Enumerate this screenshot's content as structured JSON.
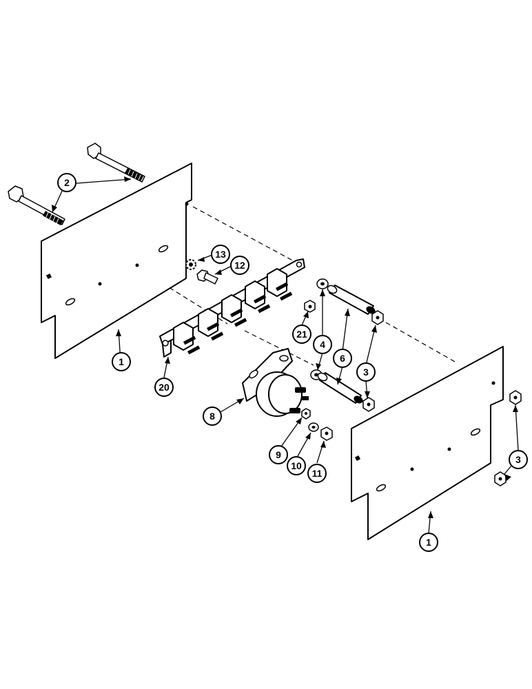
{
  "diagram": {
    "type": "exploded-parts-view",
    "callouts": [
      {
        "id": "c-2",
        "label": "2"
      },
      {
        "id": "c-13",
        "label": "13"
      },
      {
        "id": "c-12",
        "label": "12"
      },
      {
        "id": "c-1a",
        "label": "1"
      },
      {
        "id": "c-20",
        "label": "20"
      },
      {
        "id": "c-21",
        "label": "21"
      },
      {
        "id": "c-4",
        "label": "4"
      },
      {
        "id": "c-6",
        "label": "6"
      },
      {
        "id": "c-3a",
        "label": "3"
      },
      {
        "id": "c-8",
        "label": "8"
      },
      {
        "id": "c-9",
        "label": "9"
      },
      {
        "id": "c-10",
        "label": "10"
      },
      {
        "id": "c-11",
        "label": "11"
      },
      {
        "id": "c-3b",
        "label": "3"
      },
      {
        "id": "c-1b",
        "label": "1"
      }
    ]
  }
}
